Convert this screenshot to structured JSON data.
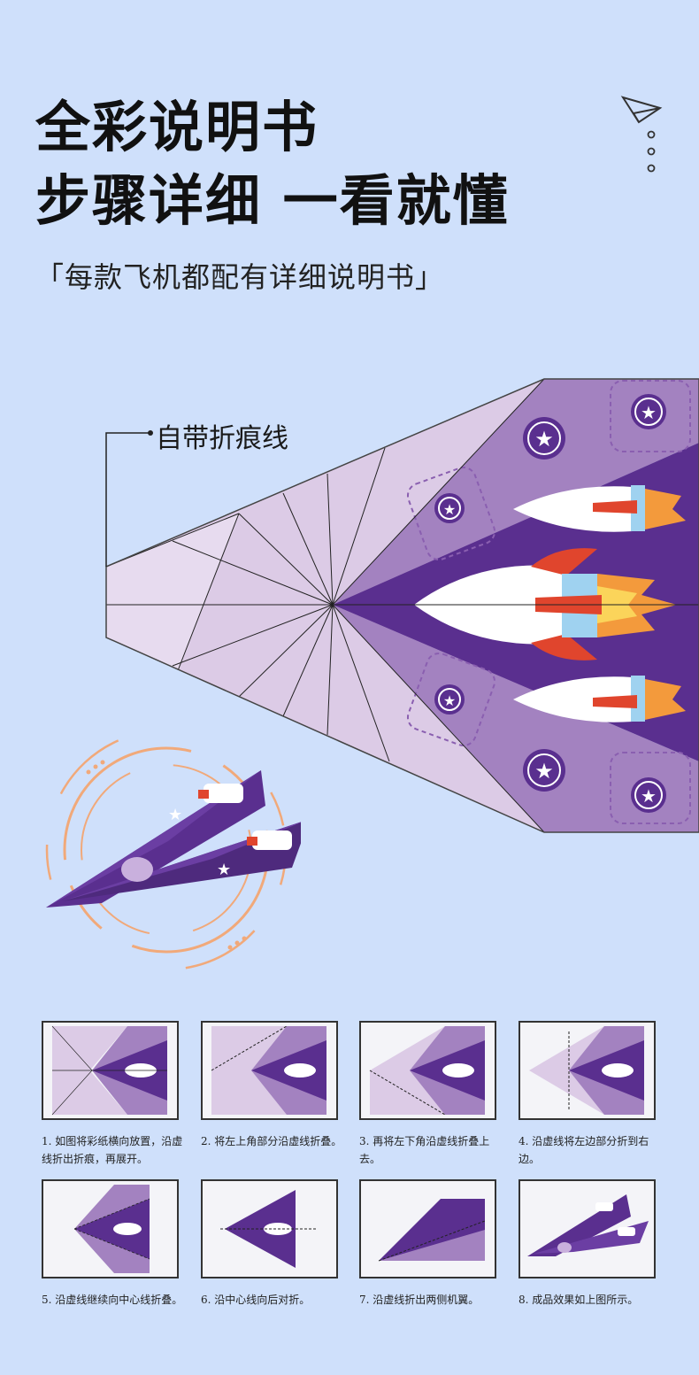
{
  "header": {
    "title_line1": "全彩说明书",
    "title_line2": "步骤详细 一看就懂",
    "subtitle": "「每款飞机都配有详细说明书」"
  },
  "hero": {
    "crease_label": "自带折痕线"
  },
  "steps": [
    {
      "caption": "1. 如图将彩纸横向放置，沿虚线折出折痕，再展开。"
    },
    {
      "caption": "2. 将左上角部分沿虚线折叠。"
    },
    {
      "caption": "3. 再将左下角沿虚线折叠上去。"
    },
    {
      "caption": "4. 沿虚线将左边部分折到右边。"
    },
    {
      "caption": "5. 沿虚线继续向中心线折叠。"
    },
    {
      "caption": "6. 沿中心线向后对折。"
    },
    {
      "caption": "7. 沿虚线折出两侧机翼。"
    },
    {
      "caption": "8. 成品效果如上图所示。"
    }
  ],
  "icons": [
    "paper-plane-icon",
    "star-icon",
    "rocket-icon"
  ],
  "colors": {
    "background": "#cfe0fb",
    "paper_light": "#dccbe6",
    "paper_purple": "#a382c0",
    "deep_purple": "#5a2f8f",
    "accent_orange": "#f39a3c",
    "accent_red": "#e0452d"
  }
}
